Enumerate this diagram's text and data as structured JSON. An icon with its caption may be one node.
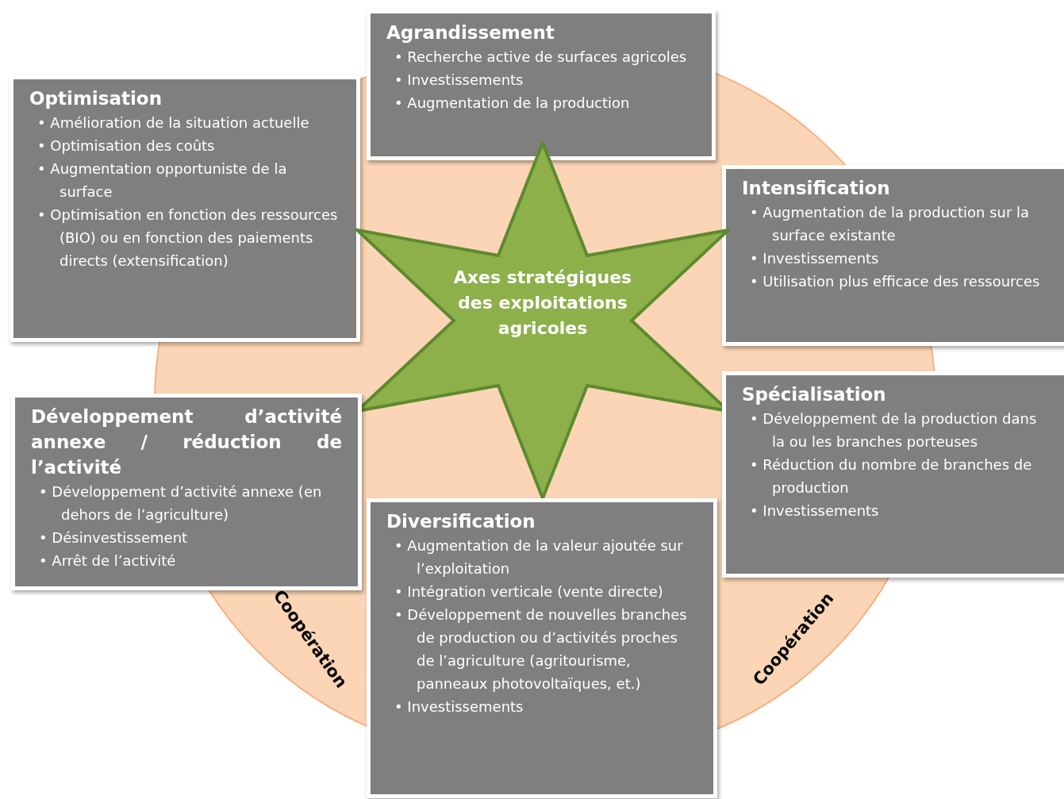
{
  "diagram": {
    "nodes": [
      {
        "text": [
          "Agrandissement",
          "• Recherche active de surfaces agricoles",
          "• Investissements",
          "• Augmentation de la production"
        ]
      },
      {
        "text": [
          "Optimisation",
          "• Amélioration de la situation actuelle",
          "• Optimisation des coûts",
          "• Augmentation opportuniste de la surface",
          "• Optimisation en fonction des ressources (BIO) ou en fonction des paiements directs (extensification)"
        ]
      },
      {
        "text": [
          "Intensification",
          "• Augmentation de la production sur la surface existante",
          "• Investissements",
          "• Utilisation plus efficace des ressources"
        ]
      },
      {
        "text": [
          "Axes stratégiques des exploitations agricoles"
        ]
      },
      {
        "text": [
          "Développement d’activité annexe / réduction de l’activité",
          "• Développement d’activité annexe (en dehors de l’agriculture)",
          "• Désinvestissement",
          "• Arrêt de l’activité"
        ]
      },
      {
        "text": [
          "Spécialisation",
          "• Développement de la production dans la ou les branches porteuses",
          "• Réduction du nombre de branches de production",
          "• Investissements"
        ]
      },
      {
        "text": [
          "Diversification",
          "• Augmentation de la valeur ajoutée sur l’exploitation",
          "• Intégration verticale (vente directe)",
          "• Développement de nouvelles branches de production ou d’activités proches de l’agriculture (agritourisme, panneaux photovoltaïques, et.)",
          "• Investissements"
        ]
      }
    ],
    "labels": [
      "Coopération",
      "Coopération"
    ]
  }
}
